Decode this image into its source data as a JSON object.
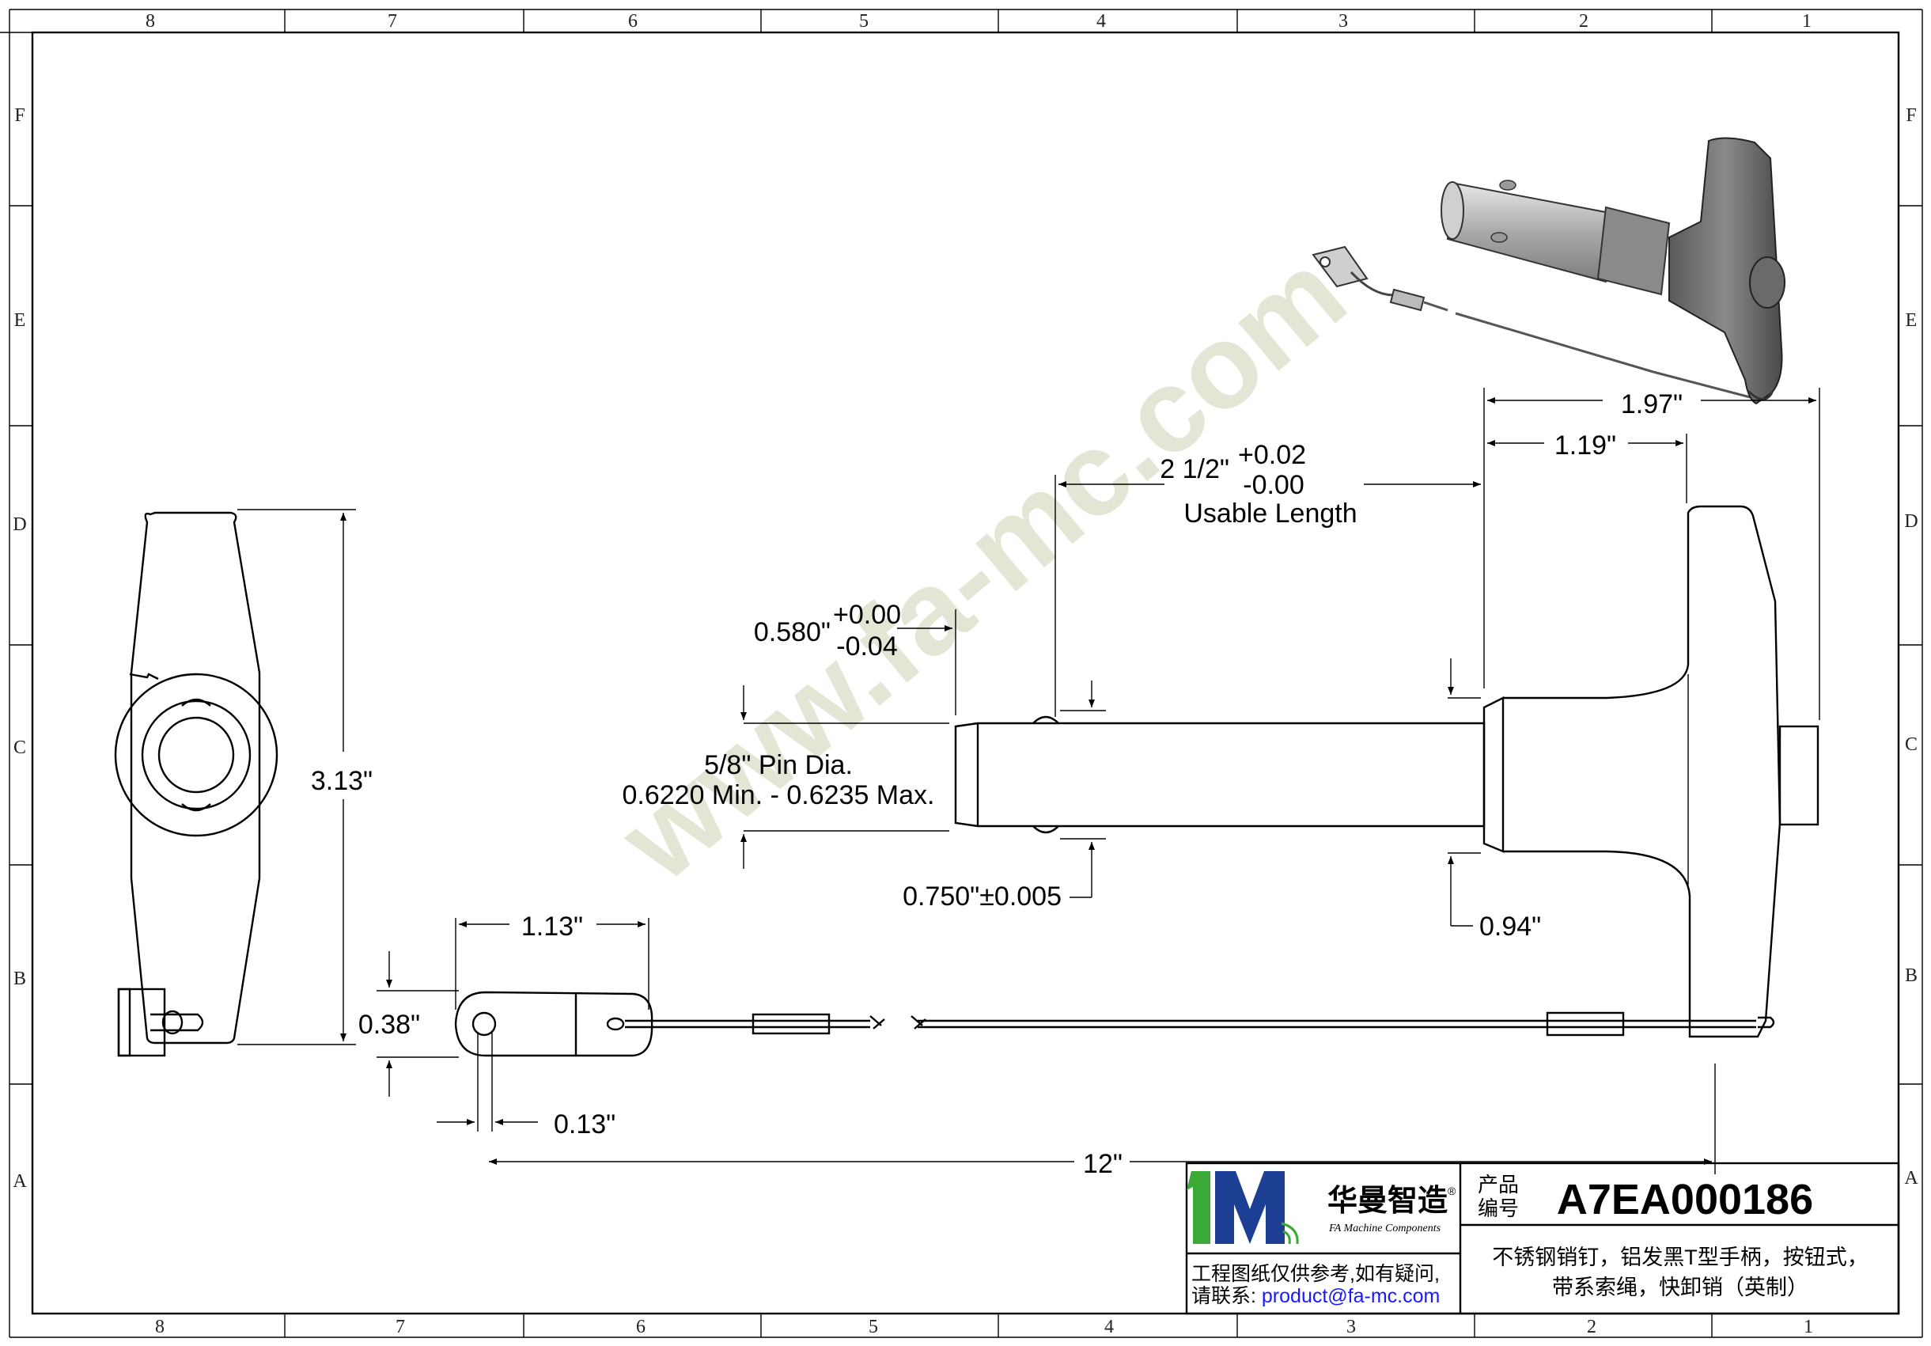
{
  "border": {
    "columns_top": [
      "8",
      "7",
      "6",
      "5",
      "4",
      "3",
      "2",
      "1"
    ],
    "columns_bottom": [
      "8",
      "7",
      "6",
      "5",
      "4",
      "3",
      "2",
      "1"
    ],
    "rows": [
      "F",
      "E",
      "D",
      "C",
      "B",
      "A"
    ]
  },
  "watermark": "www.fa-mc.com",
  "dimensions": {
    "handle_total": "1.97\"",
    "handle_to_grip": "1.19\"",
    "usable_length_value": "2 1/2\"",
    "usable_tol_plus": "+0.02",
    "usable_tol_minus": "-0.00",
    "usable_length_label": "Usable Length",
    "ball_span_value": "0.580\"",
    "ball_span_tol_plus": "+0.00",
    "ball_span_tol_minus": "-0.04",
    "pin_dia_label": "5/8\" Pin Dia.",
    "pin_dia_range": "0.6220 Min. - 0.6235 Max.",
    "ball_dia": "0.750\"±0.005",
    "collar_dia": "0.94\"",
    "handle_height": "3.13\"",
    "tab_length": "1.13\"",
    "tab_width": "0.38\"",
    "hole_dia": "0.13\"",
    "cable_length": "12\""
  },
  "title_block": {
    "logo_mark": "1M",
    "brand_cn": "华曼智造",
    "brand_en": "FA Machine Components",
    "registered": "®",
    "disclaimer": "工程图纸仅供参考,如有疑问,",
    "contact_prefix": "请联系: ",
    "contact_email": "product@fa-mc.com",
    "part_label_line1": "产品",
    "part_label_line2": "编号",
    "part_number": "A7EA000186",
    "description_line1": "不锈钢销钉，铝发黑T型手柄，按钮式，",
    "description_line2": "带系索绳，快卸销（英制）"
  },
  "colors": {
    "logo_green": "#3aa935",
    "logo_blue": "#1c3f94",
    "email_blue": "#1a1aff",
    "watermark": "#c7c7a6",
    "render_body": "#b9b9b9",
    "render_handle": "#6e6e6e"
  }
}
